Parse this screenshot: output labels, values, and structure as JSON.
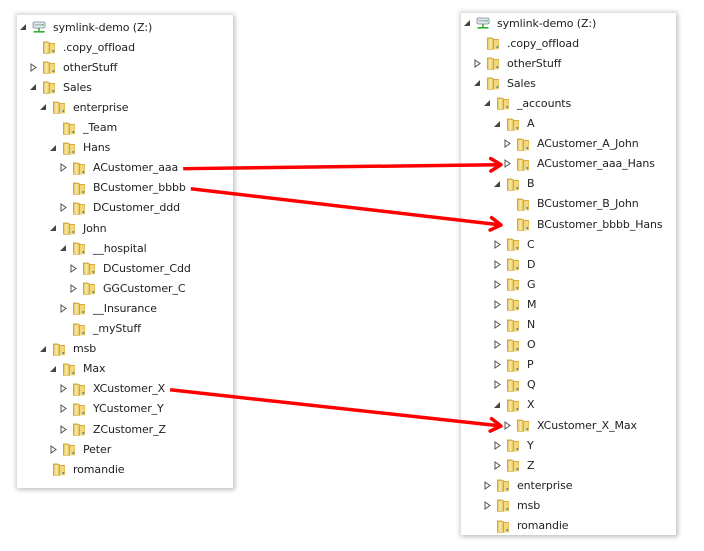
{
  "arrow_color": "#ff0000",
  "left_tree": {
    "items": [
      {
        "label": "symlink-demo (Z:)",
        "depth": 0,
        "state": "expanded",
        "icon": "network-drive-icon"
      },
      {
        "label": ".copy_offload",
        "depth": 1,
        "state": "leaf",
        "icon": "folder-icon"
      },
      {
        "label": "otherStuff",
        "depth": 1,
        "state": "collapsed",
        "icon": "folder-icon"
      },
      {
        "label": "Sales",
        "depth": 1,
        "state": "expanded",
        "icon": "folder-icon"
      },
      {
        "label": "enterprise",
        "depth": 2,
        "state": "expanded",
        "icon": "folder-icon"
      },
      {
        "label": "_Team",
        "depth": 3,
        "state": "leaf",
        "icon": "folder-icon"
      },
      {
        "label": "Hans",
        "depth": 3,
        "state": "expanded",
        "icon": "folder-icon"
      },
      {
        "label": "ACustomer_aaa",
        "depth": 4,
        "state": "collapsed",
        "icon": "folder-icon"
      },
      {
        "label": "BCustomer_bbbb",
        "depth": 4,
        "state": "leaf",
        "icon": "folder-icon"
      },
      {
        "label": "DCustomer_ddd",
        "depth": 4,
        "state": "collapsed",
        "icon": "folder-icon"
      },
      {
        "label": "John",
        "depth": 3,
        "state": "expanded",
        "icon": "folder-icon"
      },
      {
        "label": "__hospital",
        "depth": 4,
        "state": "expanded",
        "icon": "folder-icon"
      },
      {
        "label": "DCustomer_Cdd",
        "depth": 5,
        "state": "collapsed",
        "icon": "folder-icon"
      },
      {
        "label": "GGCustomer_C",
        "depth": 5,
        "state": "collapsed",
        "icon": "folder-icon"
      },
      {
        "label": "__Insurance",
        "depth": 4,
        "state": "collapsed",
        "icon": "folder-icon"
      },
      {
        "label": "_myStuff",
        "depth": 4,
        "state": "leaf",
        "icon": "folder-icon"
      },
      {
        "label": "msb",
        "depth": 2,
        "state": "expanded",
        "icon": "folder-icon"
      },
      {
        "label": "Max",
        "depth": 3,
        "state": "expanded",
        "icon": "folder-icon"
      },
      {
        "label": "XCustomer_X",
        "depth": 4,
        "state": "collapsed",
        "icon": "folder-icon"
      },
      {
        "label": "YCustomer_Y",
        "depth": 4,
        "state": "collapsed",
        "icon": "folder-icon"
      },
      {
        "label": "ZCustomer_Z",
        "depth": 4,
        "state": "collapsed",
        "icon": "folder-icon"
      },
      {
        "label": "Peter",
        "depth": 3,
        "state": "collapsed",
        "icon": "folder-icon"
      },
      {
        "label": "romandie",
        "depth": 2,
        "state": "leaf",
        "icon": "folder-icon"
      }
    ]
  },
  "right_tree": {
    "items": [
      {
        "label": "symlink-demo (Z:)",
        "depth": 0,
        "state": "expanded",
        "icon": "network-drive-icon"
      },
      {
        "label": ".copy_offload",
        "depth": 1,
        "state": "leaf",
        "icon": "folder-icon"
      },
      {
        "label": "otherStuff",
        "depth": 1,
        "state": "collapsed",
        "icon": "folder-icon"
      },
      {
        "label": "Sales",
        "depth": 1,
        "state": "expanded",
        "icon": "folder-icon"
      },
      {
        "label": "_accounts",
        "depth": 2,
        "state": "expanded",
        "icon": "folder-icon"
      },
      {
        "label": "A",
        "depth": 3,
        "state": "expanded",
        "icon": "folder-icon"
      },
      {
        "label": "ACustomer_A_John",
        "depth": 4,
        "state": "collapsed",
        "icon": "folder-icon"
      },
      {
        "label": "ACustomer_aaa_Hans",
        "depth": 4,
        "state": "collapsed",
        "icon": "folder-icon"
      },
      {
        "label": "B",
        "depth": 3,
        "state": "expanded",
        "icon": "folder-icon"
      },
      {
        "label": "BCustomer_B_John",
        "depth": 4,
        "state": "leaf",
        "icon": "folder-icon"
      },
      {
        "label": "BCustomer_bbbb_Hans",
        "depth": 4,
        "state": "leaf",
        "icon": "folder-icon"
      },
      {
        "label": "C",
        "depth": 3,
        "state": "collapsed",
        "icon": "folder-icon"
      },
      {
        "label": "D",
        "depth": 3,
        "state": "collapsed",
        "icon": "folder-icon"
      },
      {
        "label": "G",
        "depth": 3,
        "state": "collapsed",
        "icon": "folder-icon"
      },
      {
        "label": "M",
        "depth": 3,
        "state": "collapsed",
        "icon": "folder-icon"
      },
      {
        "label": "N",
        "depth": 3,
        "state": "collapsed",
        "icon": "folder-icon"
      },
      {
        "label": "O",
        "depth": 3,
        "state": "collapsed",
        "icon": "folder-icon"
      },
      {
        "label": "P",
        "depth": 3,
        "state": "collapsed",
        "icon": "folder-icon"
      },
      {
        "label": "Q",
        "depth": 3,
        "state": "collapsed",
        "icon": "folder-icon"
      },
      {
        "label": "X",
        "depth": 3,
        "state": "expanded",
        "icon": "folder-icon"
      },
      {
        "label": "XCustomer_X_Max",
        "depth": 4,
        "state": "collapsed",
        "icon": "folder-icon"
      },
      {
        "label": "Y",
        "depth": 3,
        "state": "collapsed",
        "icon": "folder-icon"
      },
      {
        "label": "Z",
        "depth": 3,
        "state": "collapsed",
        "icon": "folder-icon"
      },
      {
        "label": "enterprise",
        "depth": 2,
        "state": "collapsed",
        "icon": "folder-icon"
      },
      {
        "label": "msb",
        "depth": 2,
        "state": "collapsed",
        "icon": "folder-icon"
      },
      {
        "label": "romandie",
        "depth": 2,
        "state": "leaf",
        "icon": "folder-icon"
      }
    ]
  },
  "mappings": [
    {
      "from": "ACustomer_aaa",
      "to": "ACustomer_aaa_Hans"
    },
    {
      "from": "BCustomer_bbbb",
      "to": "BCustomer_bbbb_Hans"
    },
    {
      "from": "XCustomer_X",
      "to": "XCustomer_X_Max"
    }
  ]
}
